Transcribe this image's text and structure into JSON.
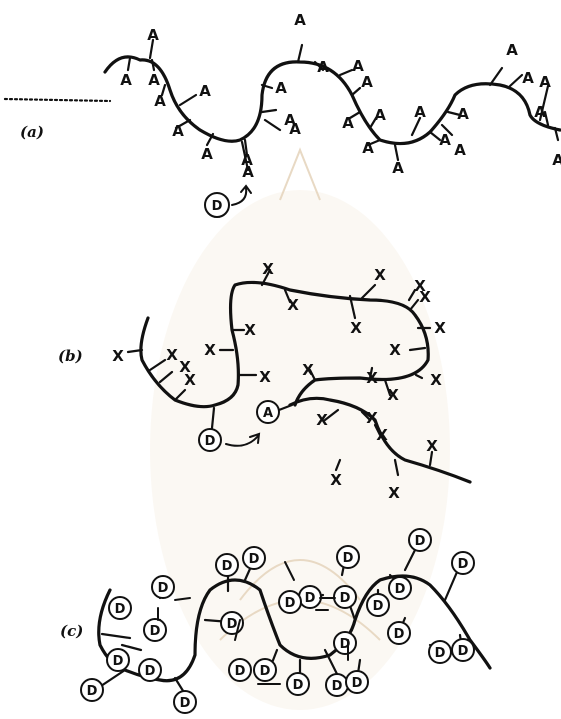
{
  "panels": {
    "a": {
      "label": "(a)",
      "attached": "A",
      "ion": "D"
    },
    "b": {
      "label": "(b)",
      "attached": "X",
      "counter": "A",
      "ion": "D"
    },
    "c": {
      "label": "(c)",
      "ion": "D"
    }
  },
  "colors": {
    "ink": "#111111",
    "watermark": "#e8d9c4",
    "background": "#ffffff"
  }
}
